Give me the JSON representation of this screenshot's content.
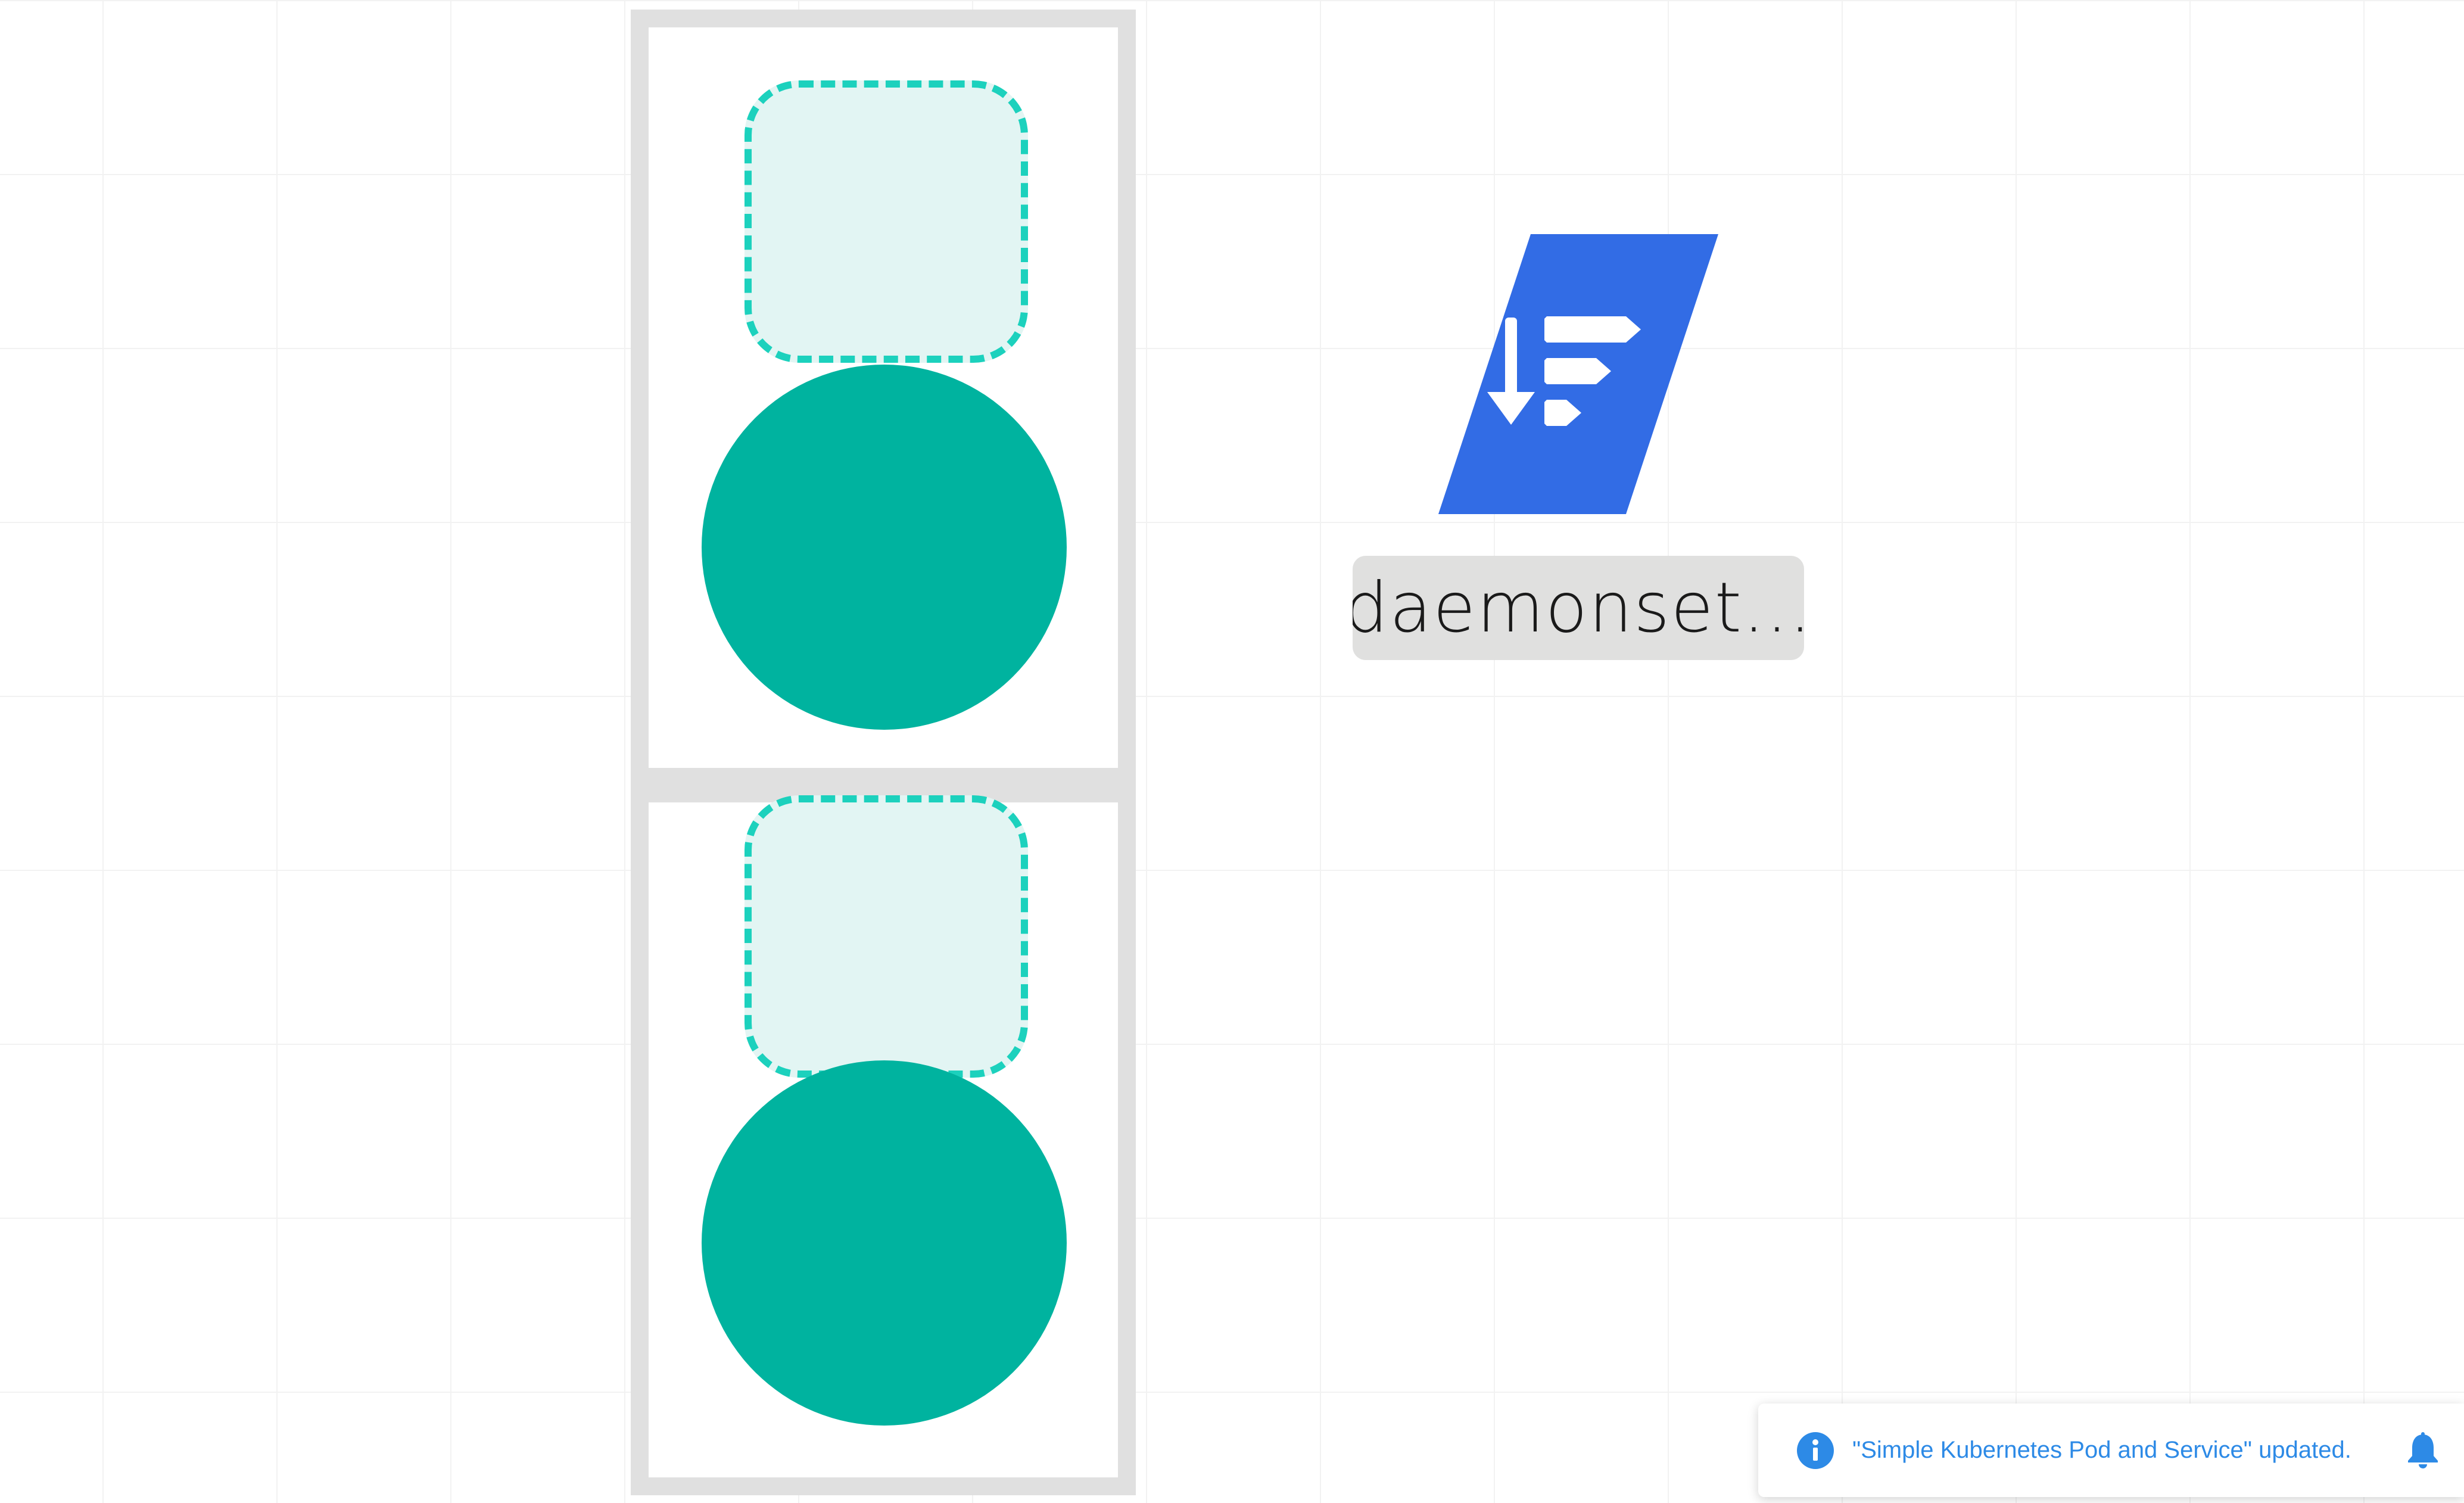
{
  "canvas": {
    "grid": true
  },
  "nodes": [
    {
      "name": "node-top",
      "container_icon": "dashed-container-icon",
      "pod_icon": "pod-circle-icon"
    },
    {
      "name": "node-bottom",
      "container_icon": "dashed-container-icon",
      "pod_icon": "pod-circle-icon"
    }
  ],
  "daemonset": {
    "icon": "daemonset-icon",
    "label": "daemonset..."
  },
  "notification": {
    "icon": "info-icon",
    "text": "\"Simple Kubernetes Pod and Service\" updated.",
    "bell_icon": "bell-icon"
  },
  "colors": {
    "pod": "#00b39f",
    "container_border": "#1cd1bd",
    "container_fill": "#e2f5f3",
    "node_border": "#e0e0e0",
    "daemonset_blue": "#326ce5",
    "label_bg": "#e0e0df",
    "notification_text": "#2d8ae6"
  }
}
